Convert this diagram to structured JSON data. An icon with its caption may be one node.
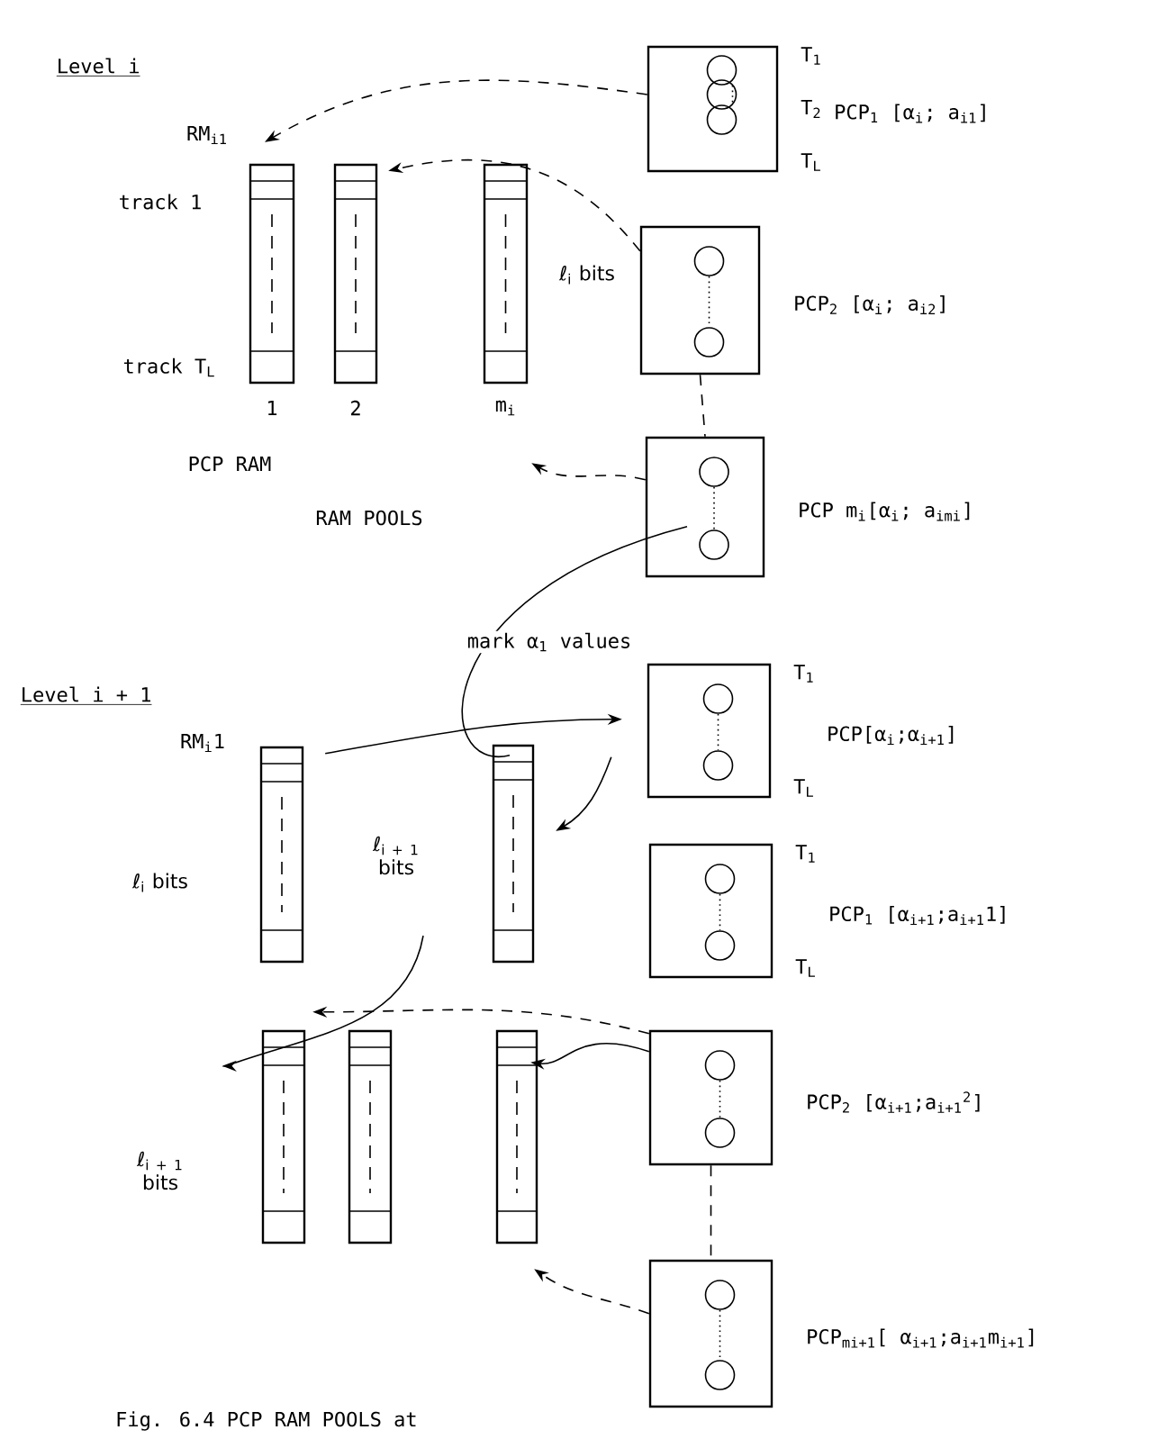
{
  "diagram": {
    "caption": "Fig. 6.4  PCP RAM POOLS at",
    "nodes": [
      {
        "text": [],
        "shape": "bar",
        "beside": [
          "1"
        ]
      },
      {
        "text": [],
        "shape": "bar",
        "beside": [
          "2"
        ]
      },
      {
        "text": [],
        "shape": "bar",
        "beside": [
          "m$_{i}$"
        ]
      },
      {
        "text": [],
        "shape": "box",
        "beside": [
          "T$_{1}$",
          "T$_{2}$",
          "T$_{L}$",
          "PCP$_{1}$ [α$_{i}$; a$_{i1}$]"
        ]
      },
      {
        "text": [],
        "shape": "box",
        "beside": [
          "PCP$_{2}$ [α$_{i}$; a$_{i2}$]"
        ]
      },
      {
        "text": [],
        "shape": "box",
        "beside": [
          "PCP m$_{i}$[α$_{i}$; a$_{imi}$]"
        ]
      },
      {
        "text": [],
        "shape": "bar"
      },
      {
        "text": [],
        "shape": "bar"
      },
      {
        "text": [],
        "shape": "box",
        "beside": [
          "T$_{1}$",
          "T$_{L}$",
          "PCP[α$_{i}$;α$_{i+1}$]"
        ]
      },
      {
        "text": [],
        "shape": "box",
        "beside": [
          "T$_{1}$",
          "T$_{L}$",
          "PCP$_{1}$ [α$_{i+1}$;a$_{i+1}$1]"
        ]
      },
      {
        "text": [],
        "shape": "bar"
      },
      {
        "text": [],
        "shape": "bar"
      },
      {
        "text": [],
        "shape": "bar"
      },
      {
        "text": [],
        "shape": "box",
        "beside": [
          "PCP$_{2}$ [α$_{i+1}$;a$_{i+1}$$^{2}$]"
        ]
      },
      {
        "text": [],
        "shape": "box",
        "beside": [
          "PCP$_{mi+1}$[ α$_{i+1}$;a$_{i+1}$m$_{i+1}$]"
        ]
      }
    ],
    "edges": [
      {
        "from": 3,
        "to": 0,
        "arrow": "to",
        "style": "dashed"
      },
      {
        "from": 4,
        "to": 1,
        "arrow": "to",
        "style": "dashed"
      },
      {
        "from": 5,
        "to": 2,
        "arrow": "to",
        "style": "dashed"
      },
      {
        "from": 4,
        "to": 5,
        "arrow": "none",
        "style": "dashed"
      },
      {
        "from": 5,
        "to": 7,
        "arrow": "none"
      },
      {
        "from": 6,
        "to": 8,
        "arrow": "to"
      },
      {
        "from": 8,
        "to": 7,
        "arrow": "to"
      },
      {
        "from": 7,
        "to": 10,
        "arrow": "to"
      },
      {
        "from": 13,
        "to": 10,
        "arrow": "to",
        "style": "dashed"
      },
      {
        "from": 13,
        "to": 12,
        "arrow": "to"
      },
      {
        "from": 13,
        "to": 14,
        "arrow": "none",
        "style": "dashed"
      },
      {
        "from": 14,
        "to": 12,
        "arrow": "to",
        "style": "dashed"
      }
    ],
    "labels": [
      "Level i",
      "RM$_{i1}$",
      "track 1",
      "track T$_{L}$",
      "ℓ$_{i}$ bits",
      "PCP RAM",
      "RAM POOLS",
      "mark α$_{1}$ values",
      "Level i + 1",
      "RM$_{i}$1",
      "ℓ$_{i + 1}$ bits",
      "ℓ$_{i}$ bits",
      "ℓ$_{i + 1}$ bits"
    ]
  }
}
